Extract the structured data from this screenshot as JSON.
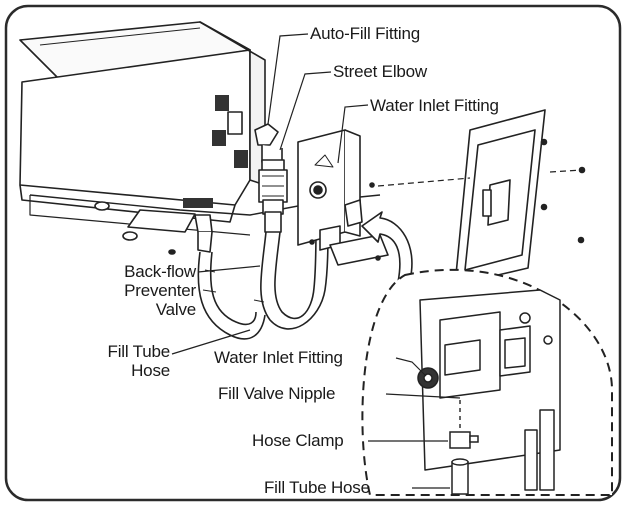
{
  "frame": {
    "stroke": "#2b2b2b",
    "fill": "#ffffff"
  },
  "labels": {
    "auto_fill_fitting": "Auto-Fill Fitting",
    "street_elbow": "Street Elbow",
    "water_inlet_fitting_top": "Water Inlet Fitting",
    "back_flow_line1": "Back-flow",
    "back_flow_line2": "Preventer",
    "back_flow_line3": "Valve",
    "fill_tube_line1": "Fill Tube",
    "fill_tube_line2": "Hose",
    "water_inlet_fitting_detail": "Water Inlet Fitting",
    "fill_valve_nipple": "Fill Valve Nipple",
    "hose_clamp": "Hose Clamp",
    "fill_tube_hose": "Fill Tube Hose"
  }
}
